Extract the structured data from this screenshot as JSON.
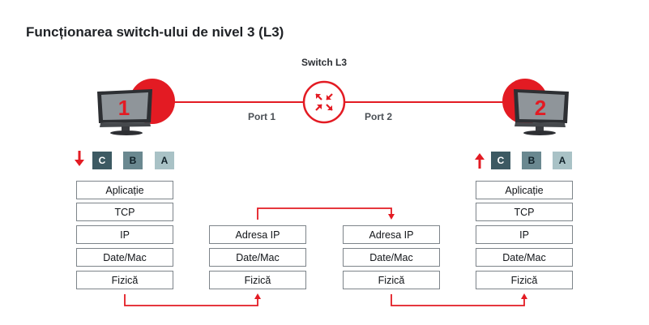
{
  "title": "Funcționarea switch-ului de nivel 3 (L3)",
  "switch": {
    "label": "Switch L3"
  },
  "ports": {
    "port1": "Port 1",
    "port2": "Port 2"
  },
  "computers": {
    "left": "1",
    "right": "2"
  },
  "badges": [
    "C",
    "B",
    "A"
  ],
  "stacks": {
    "left": [
      "Aplicație",
      "TCP",
      "IP",
      "Date/Mac",
      "Fizică"
    ],
    "middle_left": [
      "Adresa IP",
      "Date/Mac",
      "Fizică"
    ],
    "middle_right": [
      "Adresa IP",
      "Date/Mac",
      "Fizică"
    ],
    "right": [
      "Aplicație",
      "TCP",
      "IP",
      "Date/Mac",
      "Fizică"
    ]
  },
  "colors": {
    "accent": "#e31b23",
    "dark_badge": "#3d5a63",
    "mid_badge": "#6a8890",
    "light_badge": "#a9c2c6"
  },
  "icons": {
    "direction_left": "arrow-down-icon",
    "direction_right": "arrow-up-icon",
    "switch": "router-icon",
    "computer": "monitor-icon"
  }
}
